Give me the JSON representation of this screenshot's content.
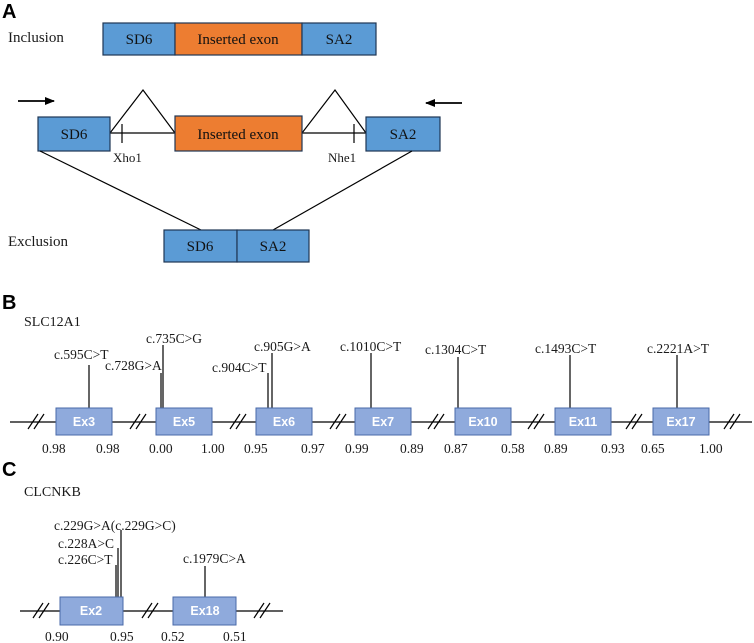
{
  "panel_a": {
    "letter": "A",
    "inclusion_label": "Inclusion",
    "exclusion_label": "Exclusion",
    "sd6": "SD6",
    "sa2": "SA2",
    "inserted_exon": "Inserted exon",
    "xho1": "Xho1",
    "nhe1": "Nhe1",
    "colors": {
      "blue": "#5b9bd5",
      "orange": "#ed7d31",
      "stroke": "#1f3654"
    }
  },
  "panel_b": {
    "letter": "B",
    "gene": "SLC12A1",
    "exons": [
      {
        "name": "Ex3",
        "score_left": "0.98",
        "score_right": "0.98"
      },
      {
        "name": "Ex5",
        "score_left": "0.00",
        "score_right": "1.00"
      },
      {
        "name": "Ex6",
        "score_left": "0.95",
        "score_right": "0.97"
      },
      {
        "name": "Ex7",
        "score_left": "0.99",
        "score_right": "0.89"
      },
      {
        "name": "Ex10",
        "score_left": "0.87",
        "score_right": "0.58"
      },
      {
        "name": "Ex11",
        "score_left": "0.89",
        "score_right": "0.93"
      },
      {
        "name": "Ex17",
        "score_left": "0.65",
        "score_right": "1.00"
      }
    ],
    "variants": [
      "c.595C>T",
      "c.728G>A",
      "c.735C>G",
      "c.904C>T",
      "c.905G>A",
      "c.1010C>T",
      "c.1304C>T",
      "c.1493C>T",
      "c.2221A>T"
    ]
  },
  "panel_c": {
    "letter": "C",
    "gene": "CLCNKB",
    "exons": [
      {
        "name": "Ex2",
        "score_left": "0.90",
        "score_right": "0.95"
      },
      {
        "name": "Ex18",
        "score_left": "0.52",
        "score_right": "0.51"
      }
    ],
    "variants": [
      "c.229G>A(c.229G>C)",
      "c.228A>C",
      "c.226C>T",
      "c.1979C>A"
    ]
  },
  "colors": {
    "exon_fill": "#8faadc",
    "exon_stroke": "#4a6aa8",
    "line": "#000000"
  }
}
